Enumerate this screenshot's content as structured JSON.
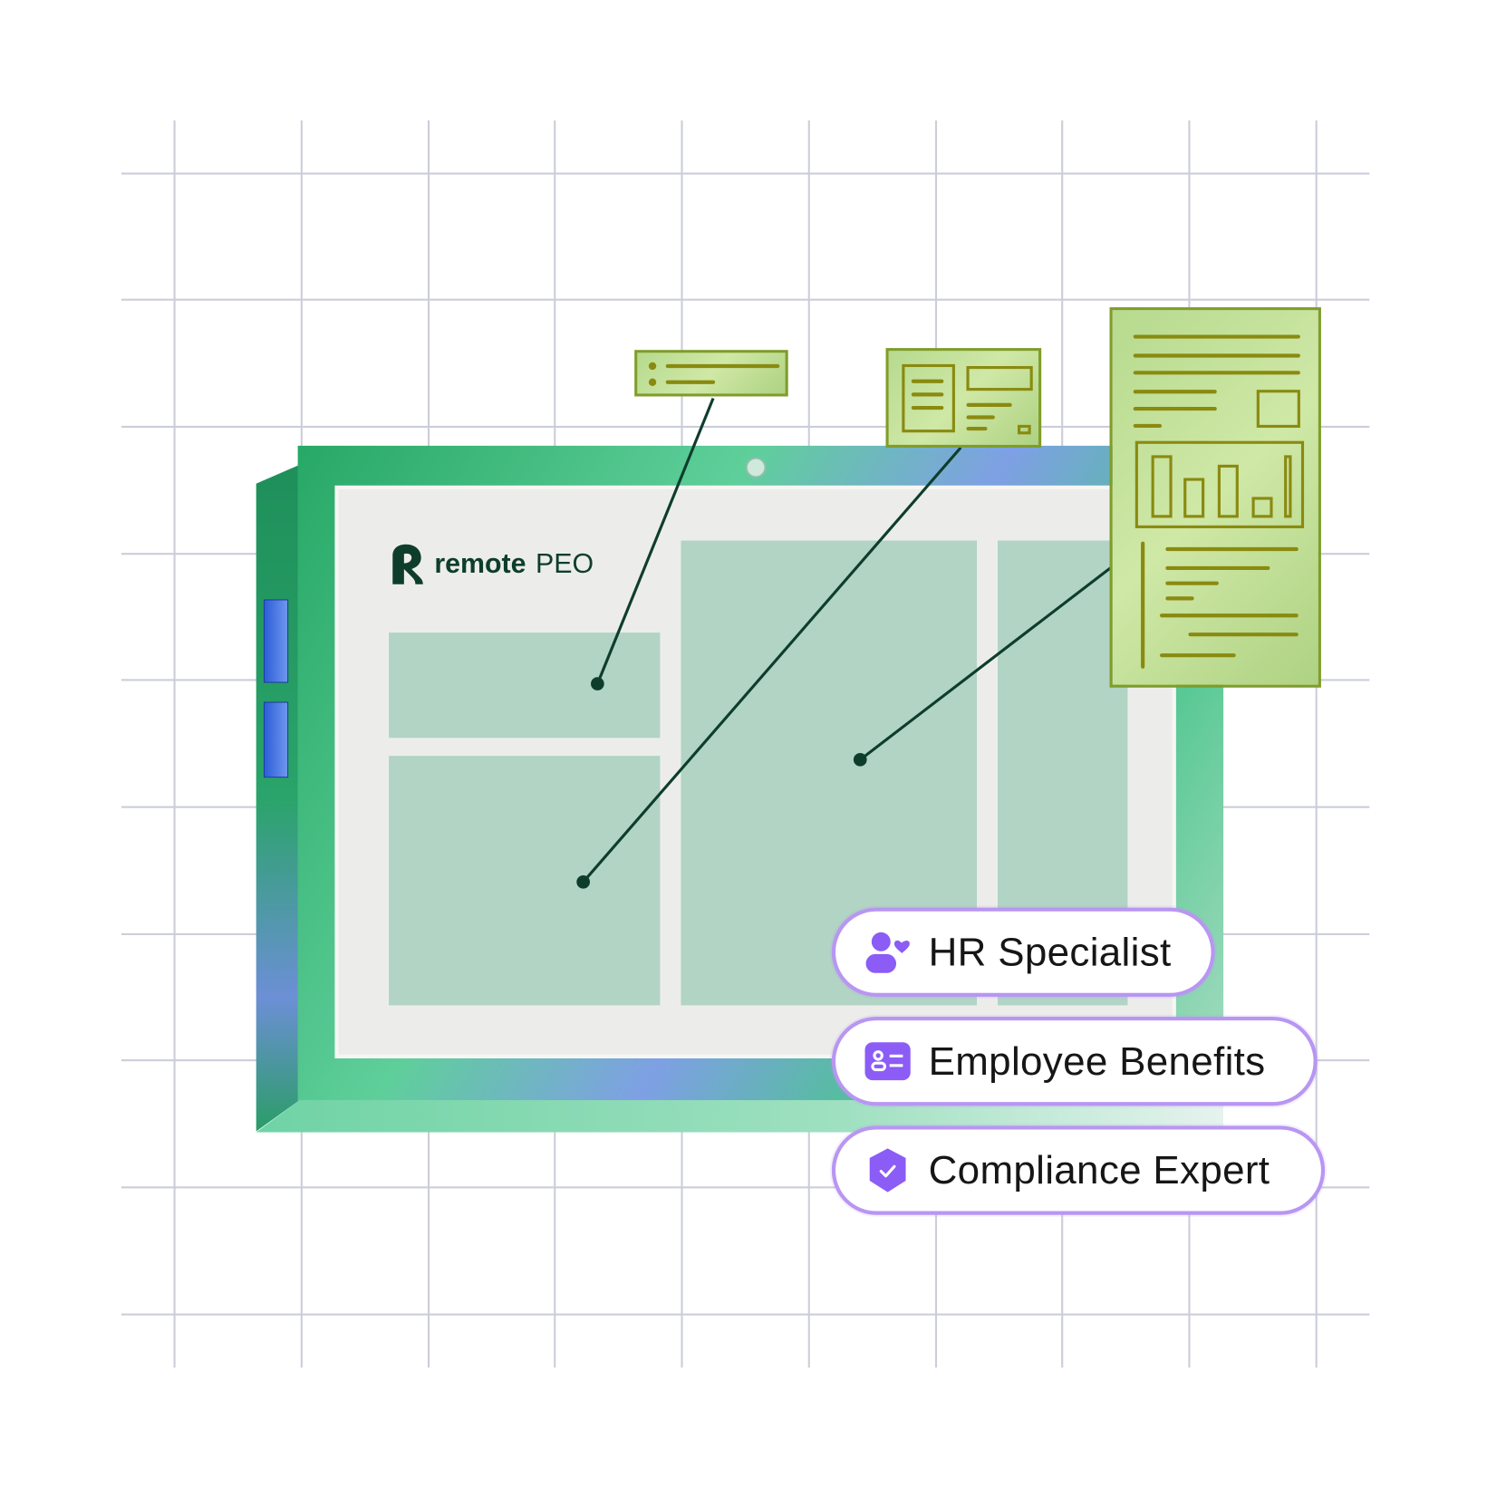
{
  "brand": {
    "name": "remote",
    "product": "PEO"
  },
  "badges": [
    {
      "label": "HR Specialist",
      "icon": "person-heart-icon"
    },
    {
      "label": "Employee Benefits",
      "icon": "id-card-icon"
    },
    {
      "label": "Compliance Expert",
      "icon": "shield-check-icon"
    }
  ],
  "colors": {
    "accent": "#8b5cf6",
    "pill_border": "#b896f2",
    "brand": "#0e3d2c",
    "panel": "#b1d4c4",
    "card": "#b6da8e"
  }
}
